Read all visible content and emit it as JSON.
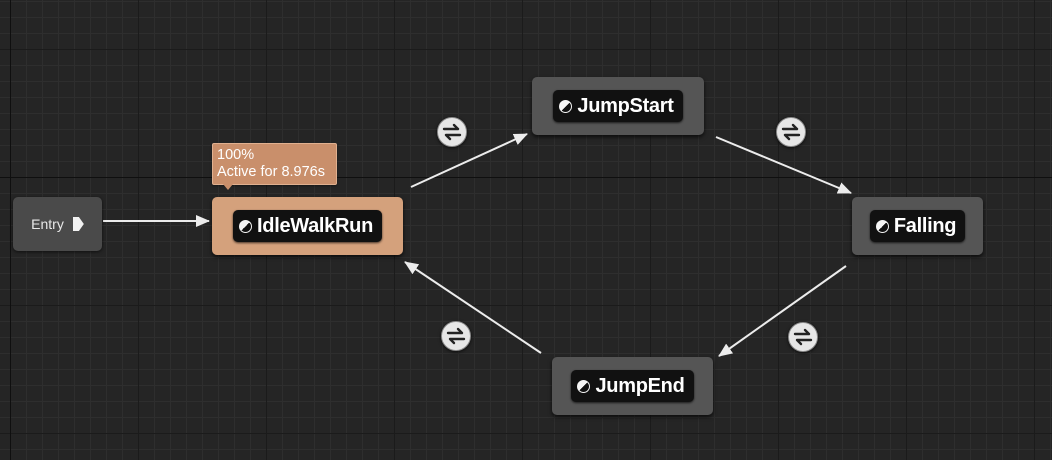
{
  "graph": {
    "entry": {
      "label": "Entry"
    },
    "states": [
      {
        "id": "idle",
        "name": "IdleWalkRun",
        "active": true
      },
      {
        "id": "jumpstart",
        "name": "JumpStart",
        "active": false
      },
      {
        "id": "falling",
        "name": "Falling",
        "active": false
      },
      {
        "id": "jumpend",
        "name": "JumpEnd",
        "active": false
      }
    ],
    "active_state": {
      "weight": "100%",
      "active_time": "Active for 8.976s"
    },
    "transitions": [
      {
        "from": "Entry",
        "to": "IdleWalkRun"
      },
      {
        "from": "IdleWalkRun",
        "to": "JumpStart"
      },
      {
        "from": "JumpStart",
        "to": "Falling"
      },
      {
        "from": "Falling",
        "to": "JumpEnd"
      },
      {
        "from": "JumpEnd",
        "to": "IdleWalkRun"
      }
    ]
  },
  "colors": {
    "active_node": "#d4a17c",
    "node": "#555555",
    "wire": "#ececec",
    "background": "#252525"
  },
  "icons": {
    "state": "half-circle-state-icon",
    "transition": "transition-rule-icon",
    "entry_pin": "exec-pin-icon"
  }
}
